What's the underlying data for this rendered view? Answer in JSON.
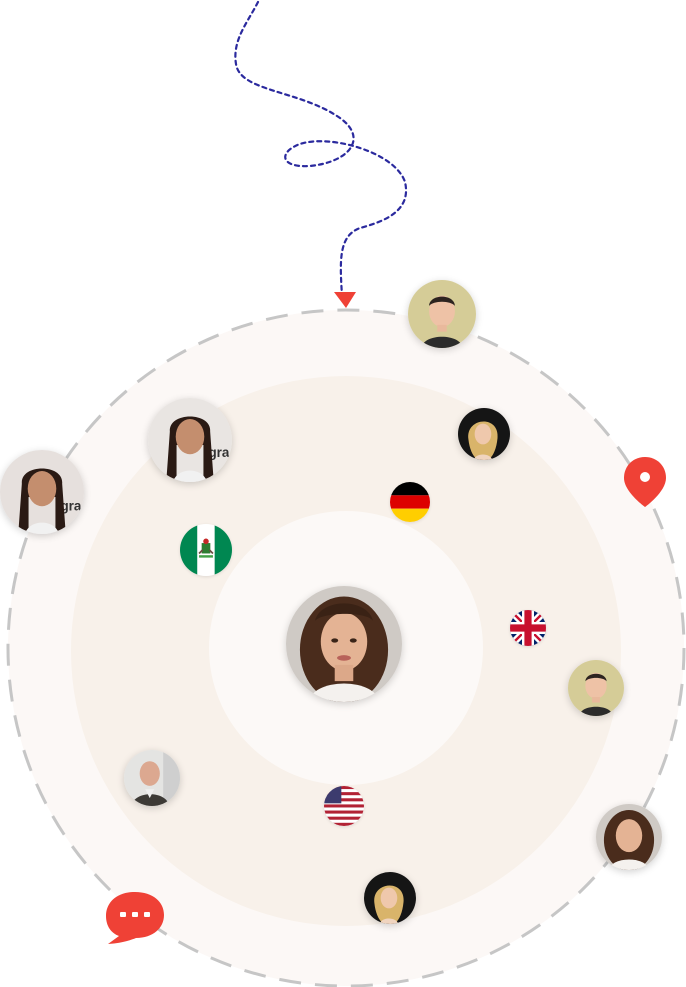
{
  "colors": {
    "accent_red": "#ef4136",
    "path_blue": "#2b2a9e",
    "outer_ring": "#fcf8f6",
    "middle_ring": "#f8f1ea",
    "inner_ring": "#fcf8f6",
    "dashed_border": "#c8c8c8"
  },
  "icons": {
    "pin": "location-pin-icon",
    "chat": "chat-bubble-icon",
    "arrow": "arrowhead-icon"
  },
  "flags": [
    "germany",
    "nigeria",
    "united-kingdom",
    "united-states"
  ],
  "avatars": [
    "center-woman-curly-hair",
    "man-light-bg-top",
    "woman-braids-upper-left",
    "woman-braids-left-edge",
    "blonde-woman-upper-right",
    "man-light-bg-right",
    "bald-man-lower-left",
    "curly-woman-lower-right",
    "blonde-woman-bottom"
  ]
}
